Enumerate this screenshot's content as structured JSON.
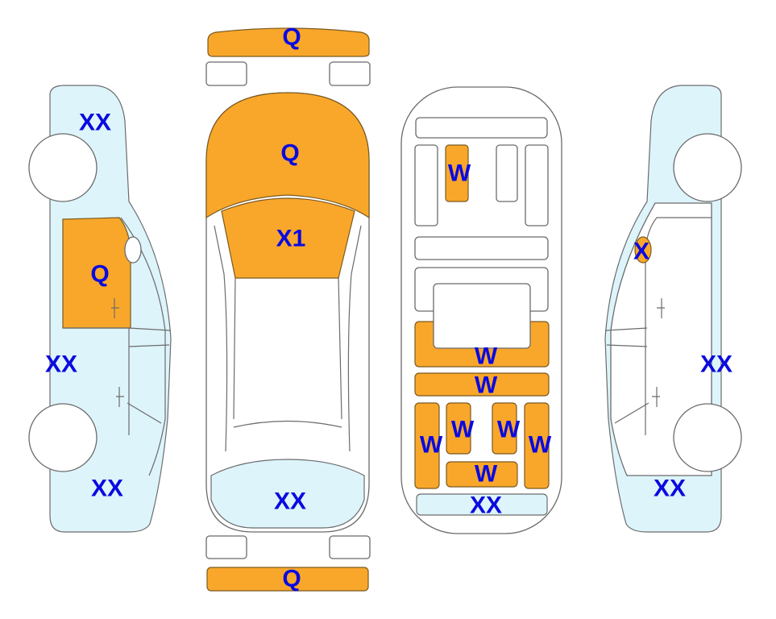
{
  "colors": {
    "damage_orange": "#F9A72B",
    "damage_light_blue": "#DDF4FB",
    "label_blue": "#0A0AE0",
    "outline": "#6b6b6b"
  },
  "labels": {
    "front_bumper": "Q",
    "hood": "Q",
    "windshield": "X1",
    "rear_area_top": "XX",
    "rear_bumper": "Q",
    "left_front_fender": "XX",
    "left_front_door": "Q",
    "left_side": "XX",
    "left_rear_quarter": "XX",
    "right_mirror": "X",
    "right_side": "XX",
    "right_rear_quarter": "XX",
    "floor_front_left": "W",
    "floor_middle_wide": "W",
    "floor_middle_bar": "W",
    "floor_rear_inner_left": "W",
    "floor_rear_inner_right": "W",
    "floor_rear_outer_left": "W",
    "floor_rear_outer_right": "W",
    "floor_rear_center": "W",
    "floor_trunk": "XX"
  }
}
